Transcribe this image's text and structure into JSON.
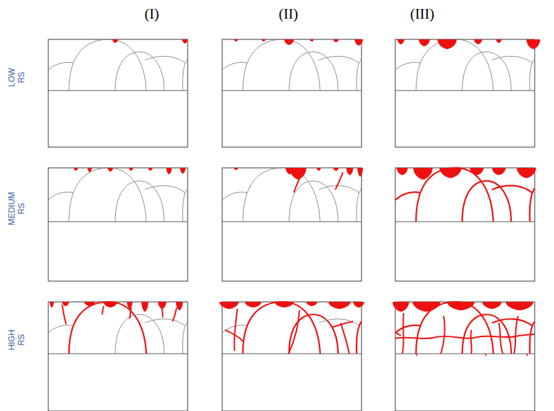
{
  "diagram": {
    "labels": [
      "(I)",
      "(II)",
      "(III)",
      "LOW RS",
      "MEDIUM RS",
      "HIGH RS"
    ]
  }
}
